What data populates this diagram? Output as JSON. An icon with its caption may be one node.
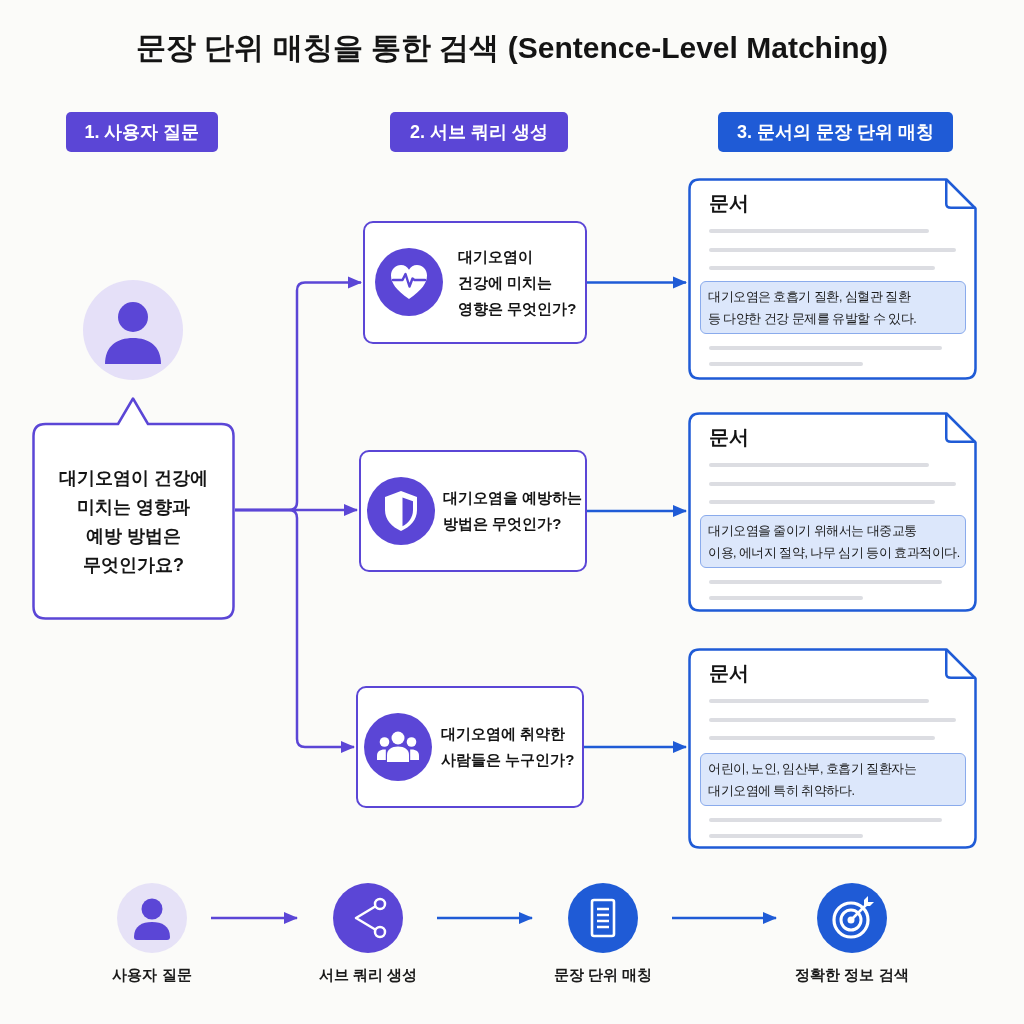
{
  "diagram": {
    "title": "문장 단위 매칭을 통한 검색 (Sentence-Level Matching)",
    "nodes": [
      {
        "text": [
          "1. 사용자 질문"
        ]
      },
      {
        "text": [
          "2. 서브 쿼리 생성"
        ]
      },
      {
        "text": [
          "3. 문서의 문장 단위 매칭"
        ]
      },
      {
        "text": [
          "대기오염이 건강에 미치는 영향과 예방 방법은 무엇인가요?"
        ]
      },
      {
        "text": [
          "대기오염이 건강에 미치는 영향은 무엇인가?"
        ]
      },
      {
        "text": [
          "문서"
        ]
      },
      {
        "text": [
          "대기오염은 호흡기 질환, 심혈관 질환 등 다양한 건강 문제를 유발할 수 있다."
        ],
        "in": 5
      },
      {
        "text": [
          "대기오염을 예방하는 방법은 무엇인가?"
        ]
      },
      {
        "text": [
          "문서"
        ]
      },
      {
        "text": [
          "대기오염을 줄이기 위해서는 대중교통 이용, 에너지 절약, 나무 심기 등이 효과적이다."
        ],
        "in": 8
      },
      {
        "text": [
          "대기오염에 취약한 사람들은 누구인가?"
        ]
      },
      {
        "text": [
          "문서"
        ]
      },
      {
        "text": [
          "어린이, 노인, 임산부, 호흡기 질환자는 대기오염에 특히 취약하다."
        ],
        "in": 11
      },
      {
        "text": [
          "사용자 질문"
        ]
      },
      {
        "text": [
          "서브 쿼리 생성"
        ]
      },
      {
        "text": [
          "문장 단위 매칭"
        ]
      },
      {
        "text": [
          "정확한 정보 검색"
        ]
      }
    ],
    "edges": [
      {
        "from": 3,
        "to": 4,
        "arrow": "to",
        "color": "#5b46d6"
      },
      {
        "from": 3,
        "to": 7,
        "arrow": "to",
        "color": "#5b46d6"
      },
      {
        "from": 3,
        "to": 10,
        "arrow": "to",
        "color": "#5b46d6"
      },
      {
        "from": 4,
        "to": 5,
        "arrow": "to"
      },
      {
        "from": 7,
        "to": 8,
        "arrow": "to"
      },
      {
        "from": 10,
        "to": 11,
        "arrow": "to"
      },
      {
        "from": 13,
        "to": 14,
        "arrow": "to",
        "color": "#5b46d6"
      },
      {
        "from": 14,
        "to": 15,
        "arrow": "to"
      },
      {
        "from": 15,
        "to": 16,
        "arrow": "to"
      }
    ]
  }
}
